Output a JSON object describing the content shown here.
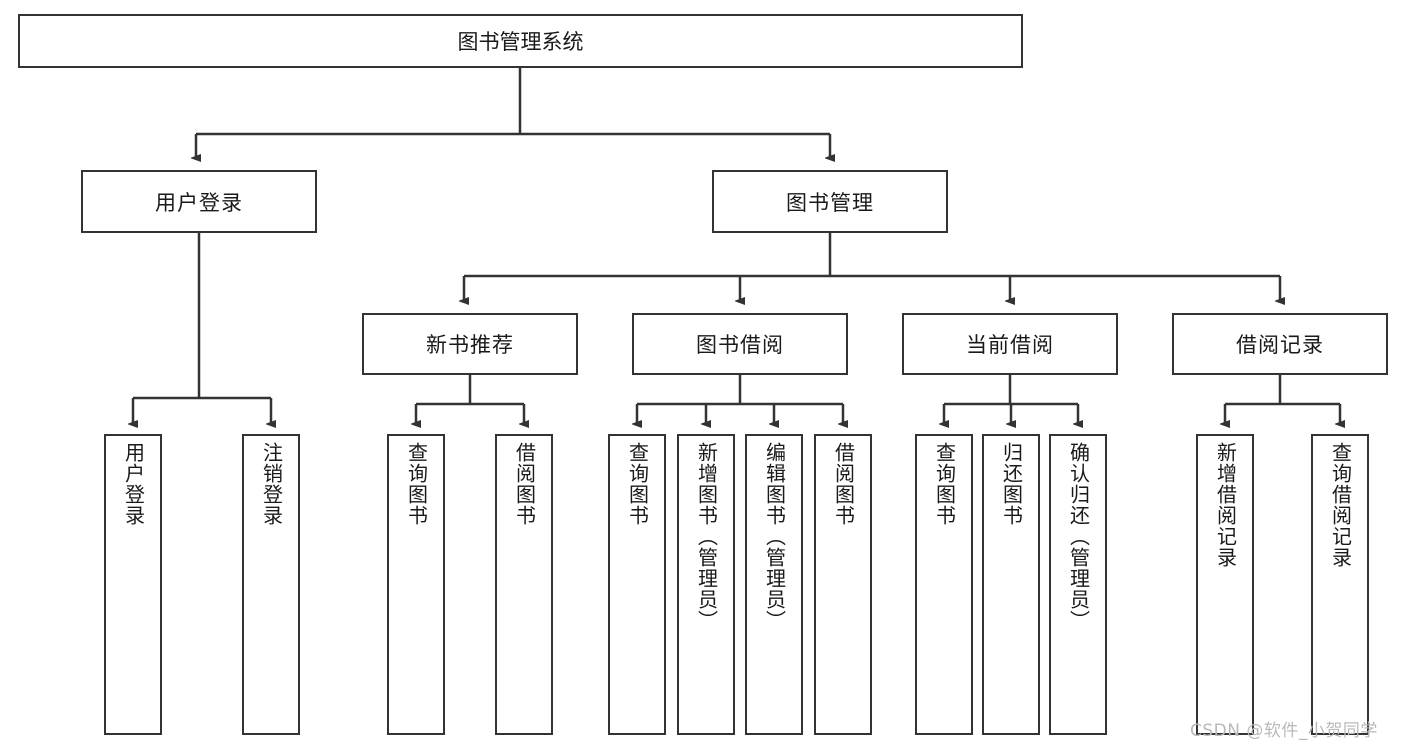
{
  "diagram": {
    "type": "tree",
    "title": "图书管理系统",
    "root": {
      "label": "图书管理系统"
    },
    "level2": [
      {
        "label": "用户登录"
      },
      {
        "label": "图书管理"
      }
    ],
    "level3": [
      {
        "label": "新书推荐"
      },
      {
        "label": "图书借阅"
      },
      {
        "label": "当前借阅"
      },
      {
        "label": "借阅记录"
      }
    ],
    "leaves": {
      "user_login": [
        {
          "label": "用户登录"
        },
        {
          "label": "注销登录"
        }
      ],
      "new_book": [
        {
          "label": "查询图书"
        },
        {
          "label": "借阅图书"
        }
      ],
      "book_borrow": [
        {
          "label": "查询图书"
        },
        {
          "label": "新增图书（管理员）"
        },
        {
          "label": "编辑图书（管理员）"
        },
        {
          "label": "借阅图书"
        }
      ],
      "current_borrow": [
        {
          "label": "查询图书"
        },
        {
          "label": "归还图书"
        },
        {
          "label": "确认归还（管理员）"
        }
      ],
      "borrow_record": [
        {
          "label": "新增借阅记录"
        },
        {
          "label": "查询借阅记录"
        }
      ]
    }
  },
  "watermark": {
    "text": "CSDN @软件_小贺同学"
  },
  "colors": {
    "border": "#333333",
    "fill": "#ffffff",
    "text": "#1a1a1a",
    "watermark": "#b9b9b9"
  }
}
